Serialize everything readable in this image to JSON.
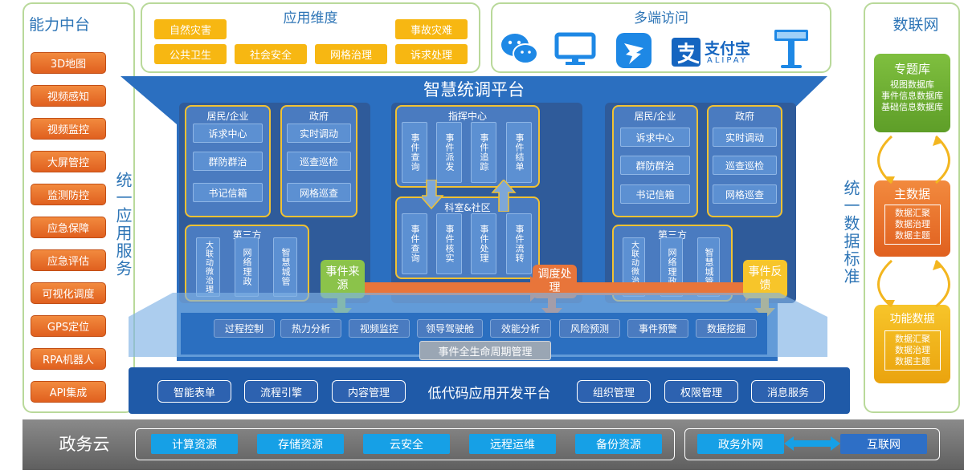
{
  "left_panel": {
    "title": "能力中台",
    "items": [
      "3D地图",
      "视频感知",
      "视频监控",
      "大屏管控",
      "监测防控",
      "应急保障",
      "应急评估",
      "可视化调度",
      "GPS定位",
      "RPA机器人",
      "API集成"
    ],
    "vertical_label": "统一应用服务"
  },
  "dimension": {
    "title": "应用维度",
    "tags": [
      "自然灾害",
      "事故灾难",
      "公共卫生",
      "社会安全",
      "网格治理",
      "诉求处理"
    ]
  },
  "access": {
    "title": "多端访问",
    "alipay_cn": "支付宝",
    "alipay_en": "ALIPAY"
  },
  "right_panel": {
    "title": "数联网",
    "vertical_label": "统一数据标准",
    "topic": {
      "title": "专题库",
      "items": [
        "视图数据库",
        "事件信息数据库",
        "基础信息数据库"
      ]
    },
    "master": {
      "title": "主数据",
      "items": [
        "数据汇聚",
        "数据治理",
        "数据主题"
      ]
    },
    "func": {
      "title": "功能数据",
      "items": [
        "数据汇聚",
        "数据治理",
        "数据主题"
      ]
    }
  },
  "platform": {
    "title": "智慧统调平台",
    "left": {
      "resident_title": "居民/企业",
      "resident_items": [
        "诉求中心",
        "群防群治",
        "书记信箱"
      ],
      "gov_title": "政府",
      "gov_items": [
        "实时调动",
        "巡查巡检",
        "网格巡查"
      ],
      "third_title": "第三方",
      "third_items": [
        "大联动微治理",
        "网络理政",
        "智慧城管"
      ]
    },
    "center": {
      "command_title": "指挥中心",
      "command_items": [
        "事件查询",
        "事件派发",
        "事件追踪",
        "事件结单"
      ],
      "dept_title": "科室&社区",
      "dept_items": [
        "事件查询",
        "事件核实",
        "事件处理",
        "事件流转"
      ]
    },
    "right": {
      "resident_title": "居民/企业",
      "resident_items": [
        "诉求中心",
        "群防群治",
        "书记信箱"
      ],
      "gov_title": "政府",
      "gov_items": [
        "实时调动",
        "巡查巡检",
        "网格巡查"
      ],
      "third_title": "第三方",
      "third_items": [
        "大联动微治理",
        "网络理政",
        "智慧城管"
      ]
    },
    "flow": {
      "source": "事件来源",
      "dispatch": "调度处理",
      "feedback": "事件反馈"
    },
    "bar_items": [
      "过程控制",
      "热力分析",
      "视频监控",
      "领导驾驶舱",
      "效能分析",
      "风险预测",
      "事件预警",
      "数据挖掘"
    ],
    "lifecycle": "事件全生命周期管理"
  },
  "lowcode": {
    "title": "低代码应用开发平台",
    "items": [
      "智能表单",
      "流程引擎",
      "内容管理",
      "组织管理",
      "权限管理",
      "消息服务"
    ]
  },
  "cloud": {
    "title": "政务云",
    "items": [
      "计算资源",
      "存储资源",
      "云安全",
      "远程运维",
      "备份资源"
    ],
    "extranet": "政务外网",
    "internet": "互联网"
  }
}
